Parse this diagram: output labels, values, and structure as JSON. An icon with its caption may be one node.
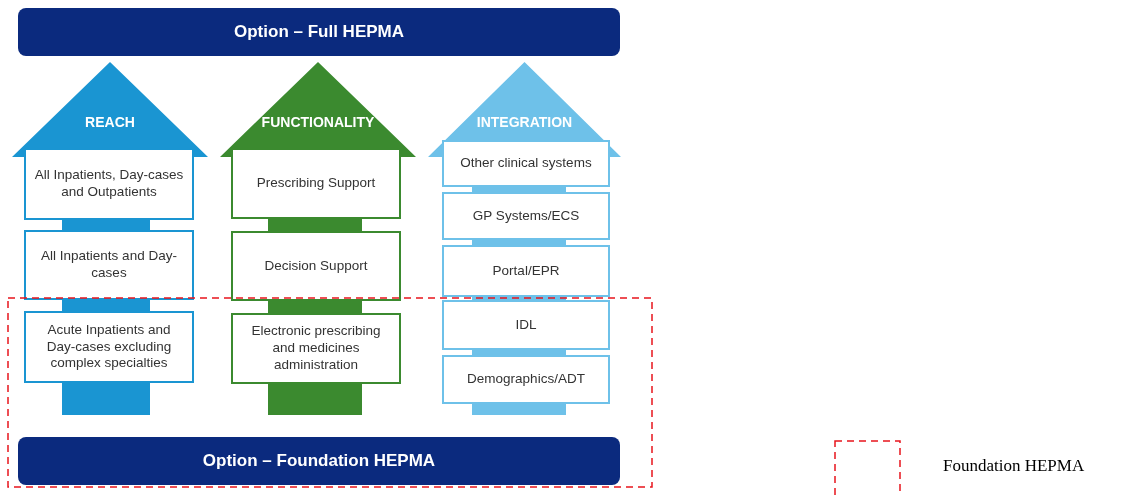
{
  "diagram": {
    "nodes": [
      {
        "text": [
          "Option – Full HEPMA"
        ]
      },
      {
        "text": [
          "REACH"
        ]
      },
      {
        "text": [
          "FUNCTIONALITY"
        ]
      },
      {
        "text": [
          "INTEGRATION"
        ]
      },
      {
        "text": [
          "All Inpatients, Day-cases and Outpatients"
        ],
        "in": 1
      },
      {
        "text": [
          "All Inpatients and Day-cases"
        ],
        "in": 1
      },
      {
        "text": [
          "Acute Inpatients and Day-cases excluding complex specialties"
        ],
        "in": 1
      },
      {
        "text": [
          "Prescribing Support"
        ],
        "in": 2
      },
      {
        "text": [
          "Decision Support"
        ],
        "in": 2
      },
      {
        "text": [
          "Electronic prescribing and medicines administration"
        ],
        "in": 2
      },
      {
        "text": [
          "Other clinical systems"
        ],
        "in": 3
      },
      {
        "text": [
          "GP Systems/ECS"
        ],
        "in": 3
      },
      {
        "text": [
          "Portal/EPR"
        ],
        "in": 3
      },
      {
        "text": [
          "IDL"
        ],
        "in": 3
      },
      {
        "text": [
          "Demographics/ADT"
        ],
        "in": 3
      },
      {
        "text": [
          "Option – Foundation HEPMA"
        ]
      }
    ],
    "edges": [],
    "legend": [
      {
        "text": "Foundation HEPMA"
      }
    ]
  }
}
